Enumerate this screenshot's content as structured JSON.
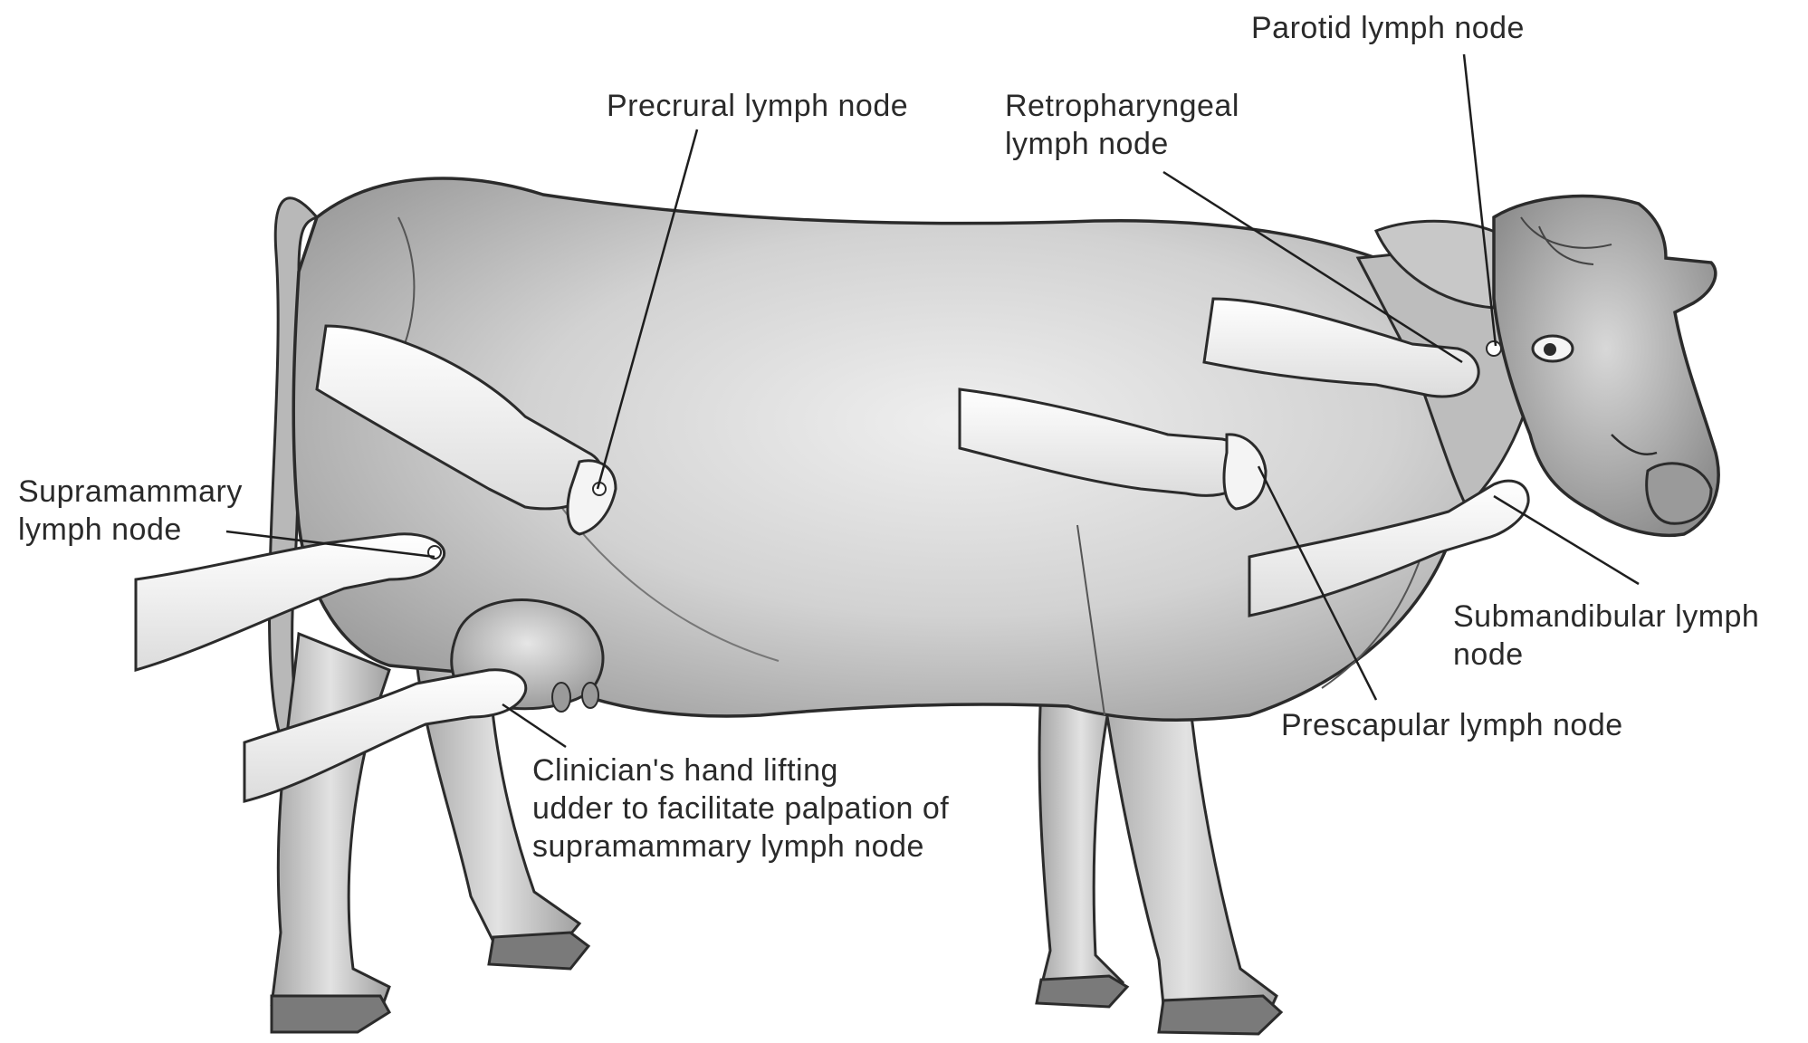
{
  "labels": {
    "parotid": "Parotid lymph node",
    "precrural": "Precrural lymph node",
    "retropharyngeal": [
      "Retropharyngeal",
      "lymph node"
    ],
    "supramammary": [
      "Supramammary",
      "lymph node"
    ],
    "submandibular": [
      "Submandibular lymph",
      "node"
    ],
    "prescapular": "Prescapular lymph node",
    "clinician": [
      "Clinician's hand lifting",
      "udder to facilitate palpation of",
      "supramammary lymph node"
    ]
  },
  "colors": {
    "outline": "#2b2b2b",
    "body_fill": "#cfcfcf",
    "body_light": "#ececec",
    "body_dark": "#9a9a9a",
    "hand_fill": "#f2f2f2",
    "leader_line": "#1e1e1e",
    "text": "#2a2a2a"
  }
}
